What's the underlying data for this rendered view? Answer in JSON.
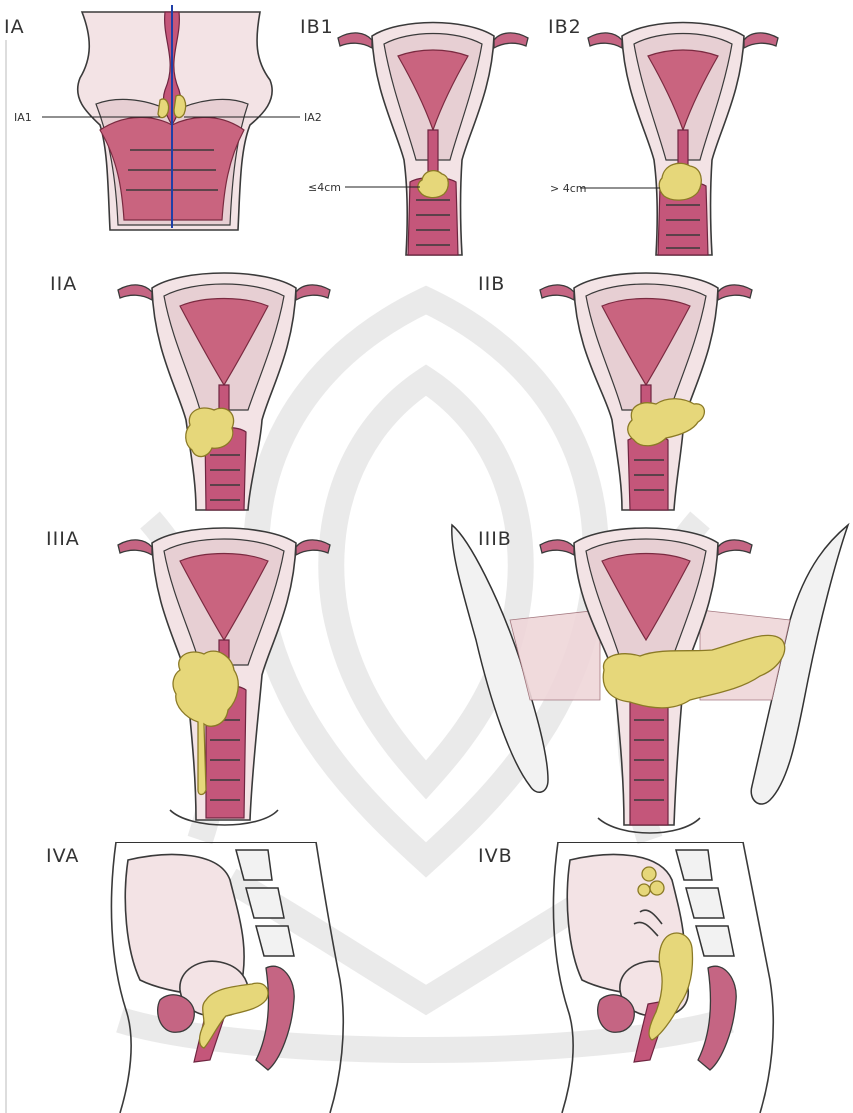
{
  "panels": {
    "ia": {
      "label": "IA",
      "sub_label_1": "IA1",
      "sub_label_2": "IA2"
    },
    "ib1": {
      "label": "IB1",
      "size_label": "≤4cm"
    },
    "ib2": {
      "label": "IB2",
      "size_label": "> 4cm"
    },
    "iia": {
      "label": "IIA"
    },
    "iib": {
      "label": "IIB"
    },
    "iiia": {
      "label": "IIIA"
    },
    "iiib": {
      "label": "IIIB"
    },
    "iva": {
      "label": "IVA"
    },
    "ivb": {
      "label": "IVB"
    }
  },
  "colors": {
    "tumor": "#e6d77a",
    "mucosa": "#c9647f",
    "tissue": "#f3e3e5",
    "axis_line": "#1f3fa8"
  }
}
